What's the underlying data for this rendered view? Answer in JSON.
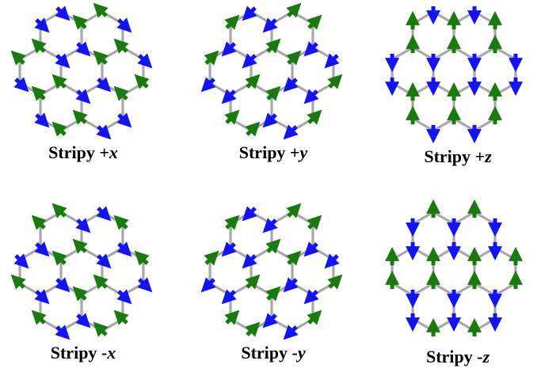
{
  "figure": {
    "panels": [
      {
        "id": "plus-x",
        "label_text": "Stripy +",
        "axis": "x",
        "sign": 1,
        "spin_axis": "x"
      },
      {
        "id": "plus-y",
        "label_text": "Stripy +",
        "axis": "y",
        "sign": 1,
        "spin_axis": "y"
      },
      {
        "id": "plus-z",
        "label_text": "Stripy +",
        "axis": "z",
        "sign": 1,
        "spin_axis": "z"
      },
      {
        "id": "minus-x",
        "label_text": "Stripy -",
        "axis": "x",
        "sign": -1,
        "spin_axis": "x"
      },
      {
        "id": "minus-y",
        "label_text": "Stripy -",
        "axis": "y",
        "sign": -1,
        "spin_axis": "y"
      },
      {
        "id": "minus-z",
        "label_text": "Stripy -",
        "axis": "z",
        "sign": -1,
        "spin_axis": "z"
      }
    ],
    "colors": {
      "spin_up": "#1a7a0f",
      "spin_down": "#1414f0",
      "bond": "#a8a8a8",
      "label": "#000000"
    },
    "lattice": "honeycomb",
    "hexagons_per_panel": 7
  }
}
